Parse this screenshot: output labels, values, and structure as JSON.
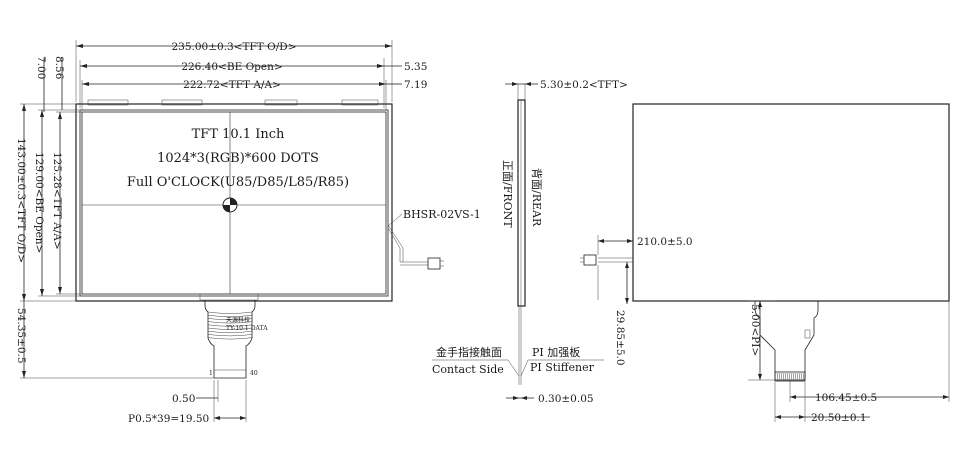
{
  "front_view": {
    "dims_top": {
      "tft_od": "235.00±0.3<TFT O/D>",
      "be_open": "226.40<BE Open>",
      "tft_aa": "222.72<TFT A/A>",
      "right_1": "5.35",
      "right_2": "7.19"
    },
    "dims_left": {
      "d1": "8.56",
      "d2": "7.00",
      "d3": "143.00±0.3<TFT O/D>",
      "d4": "129.00<BE Open>",
      "d5": "125.28<TFT A/A>",
      "d6": "54.35±0.5"
    },
    "panel_text": {
      "line1": "TFT 10.1 Inch",
      "line2": "1024*3(RGB)*600 DOTS",
      "line3": "Full O'CLOCK(U85/D85/L85/R85)"
    },
    "connector_label": "BHSR-02VS-1",
    "fpc": {
      "pin_left": "1",
      "pin_right": "40",
      "print1": "天源科技",
      "print2": "TY-10.1-DATA"
    },
    "dims_bottom": {
      "pitch": "0.50",
      "pins": "P0.5*39=19.50"
    }
  },
  "side_view": {
    "thickness": "5.30±0.2<TFT>",
    "front_label": "正面/FRONT",
    "rear_label": "背面/REAR",
    "contact_zh": "金手指接触面",
    "contact_en": "Contact Side",
    "stiffener_zh": "PI 加强板",
    "stiffener_en": "PI Stiffener",
    "bottom_dim": "0.30±0.05"
  },
  "rear_view": {
    "dim_cable": "210.0±5.0",
    "dim_vertical": "29.85±5.0",
    "dim_pi": "5.00<PI>",
    "dim_offset": "106.45±0.5",
    "dim_width": "20.50±0.1"
  }
}
